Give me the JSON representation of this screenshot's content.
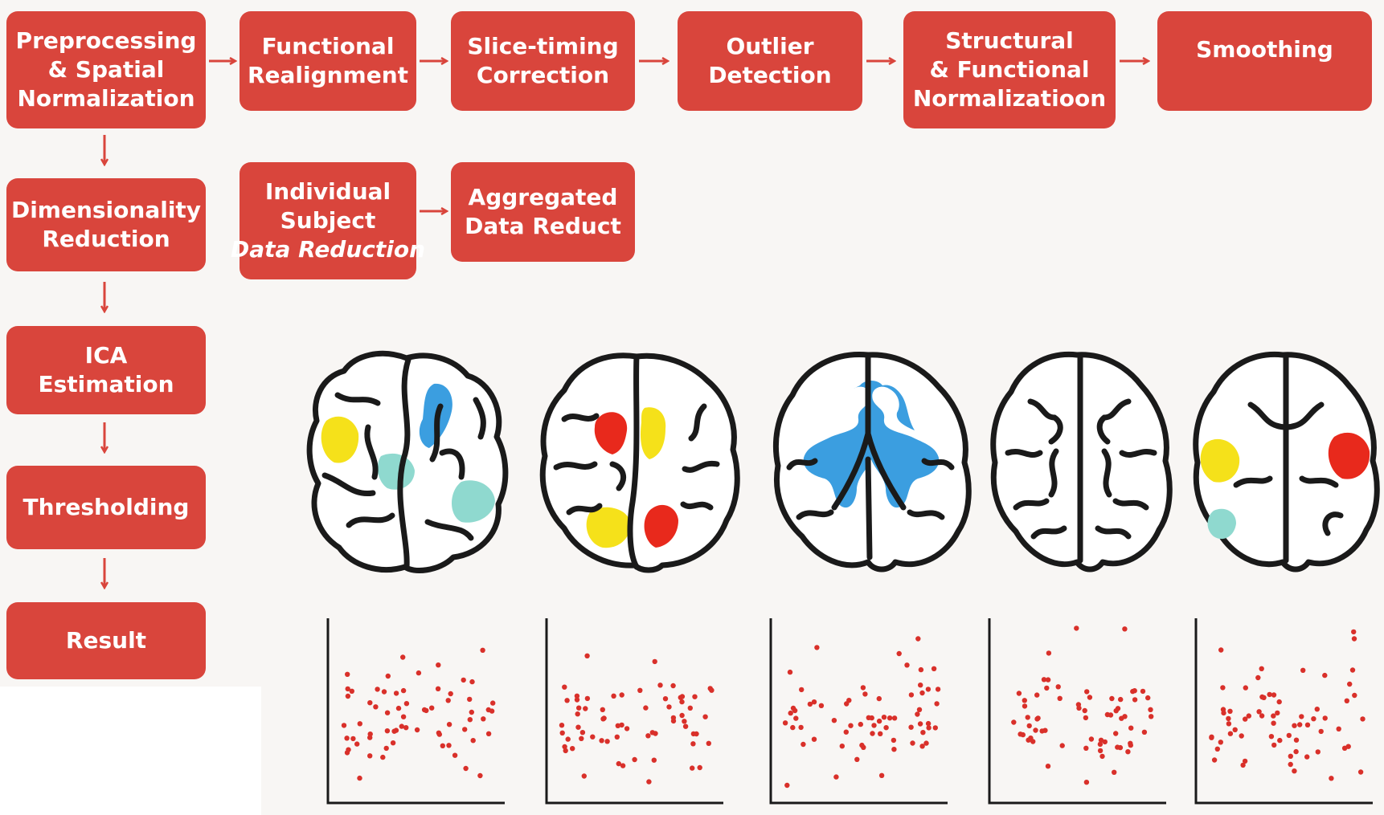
{
  "pipeline": {
    "top_row": [
      {
        "id": "preprocessing",
        "lines": [
          "Preprocessing",
          "& Spatial",
          "Normalization"
        ]
      },
      {
        "id": "functional-realignment",
        "lines": [
          "Functional",
          "Realignment"
        ]
      },
      {
        "id": "slice-timing",
        "lines": [
          "Slice-timing",
          "Correction"
        ]
      },
      {
        "id": "outlier-detection",
        "lines": [
          "Outlier",
          "Detection"
        ]
      },
      {
        "id": "structural-functional",
        "lines": [
          "Structural",
          "& Functional",
          "Normalizatioon"
        ]
      },
      {
        "id": "smoothing",
        "lines": [
          "Smoothing"
        ]
      }
    ],
    "left_column": [
      {
        "id": "dimensionality-reduction",
        "lines": [
          "Dimensionality",
          "Reduction"
        ]
      },
      {
        "id": "ica-estimation",
        "lines": [
          "ICA",
          "Estimation"
        ]
      },
      {
        "id": "thresholding",
        "lines": [
          "Thresholding"
        ]
      },
      {
        "id": "result",
        "lines": [
          "Result"
        ]
      }
    ],
    "reduction_row": [
      {
        "id": "individual-subject",
        "lines": [
          "Individual",
          "Subject",
          "Data Reduction"
        ],
        "italic_line": 2
      },
      {
        "id": "aggregated-data",
        "lines": [
          "Aggregated",
          "Data Reduct"
        ]
      }
    ]
  },
  "colors": {
    "box": "#d9453c",
    "arrow": "#d9453c",
    "outline": "#1a1a1a",
    "yellow": "#f5e11a",
    "blue": "#3b9ee0",
    "teal": "#8fd9cf",
    "red": "#e8291c",
    "dot": "#d9302a"
  },
  "brains": [
    {
      "id": "brain-1",
      "blobs": [
        "yellow",
        "blue",
        "teal",
        "teal"
      ]
    },
    {
      "id": "brain-2",
      "blobs": [
        "red",
        "yellow",
        "yellow",
        "red"
      ]
    },
    {
      "id": "brain-3",
      "blobs": [
        "blue"
      ]
    },
    {
      "id": "brain-4",
      "blobs": []
    },
    {
      "id": "brain-5",
      "blobs": [
        "yellow",
        "teal",
        "red"
      ]
    }
  ],
  "scatter_plots": [
    {
      "id": "scatter-1",
      "points": 65
    },
    {
      "id": "scatter-2",
      "points": 65
    },
    {
      "id": "scatter-3",
      "points": 65
    },
    {
      "id": "scatter-4",
      "points": 65
    },
    {
      "id": "scatter-5",
      "points": 65
    }
  ]
}
